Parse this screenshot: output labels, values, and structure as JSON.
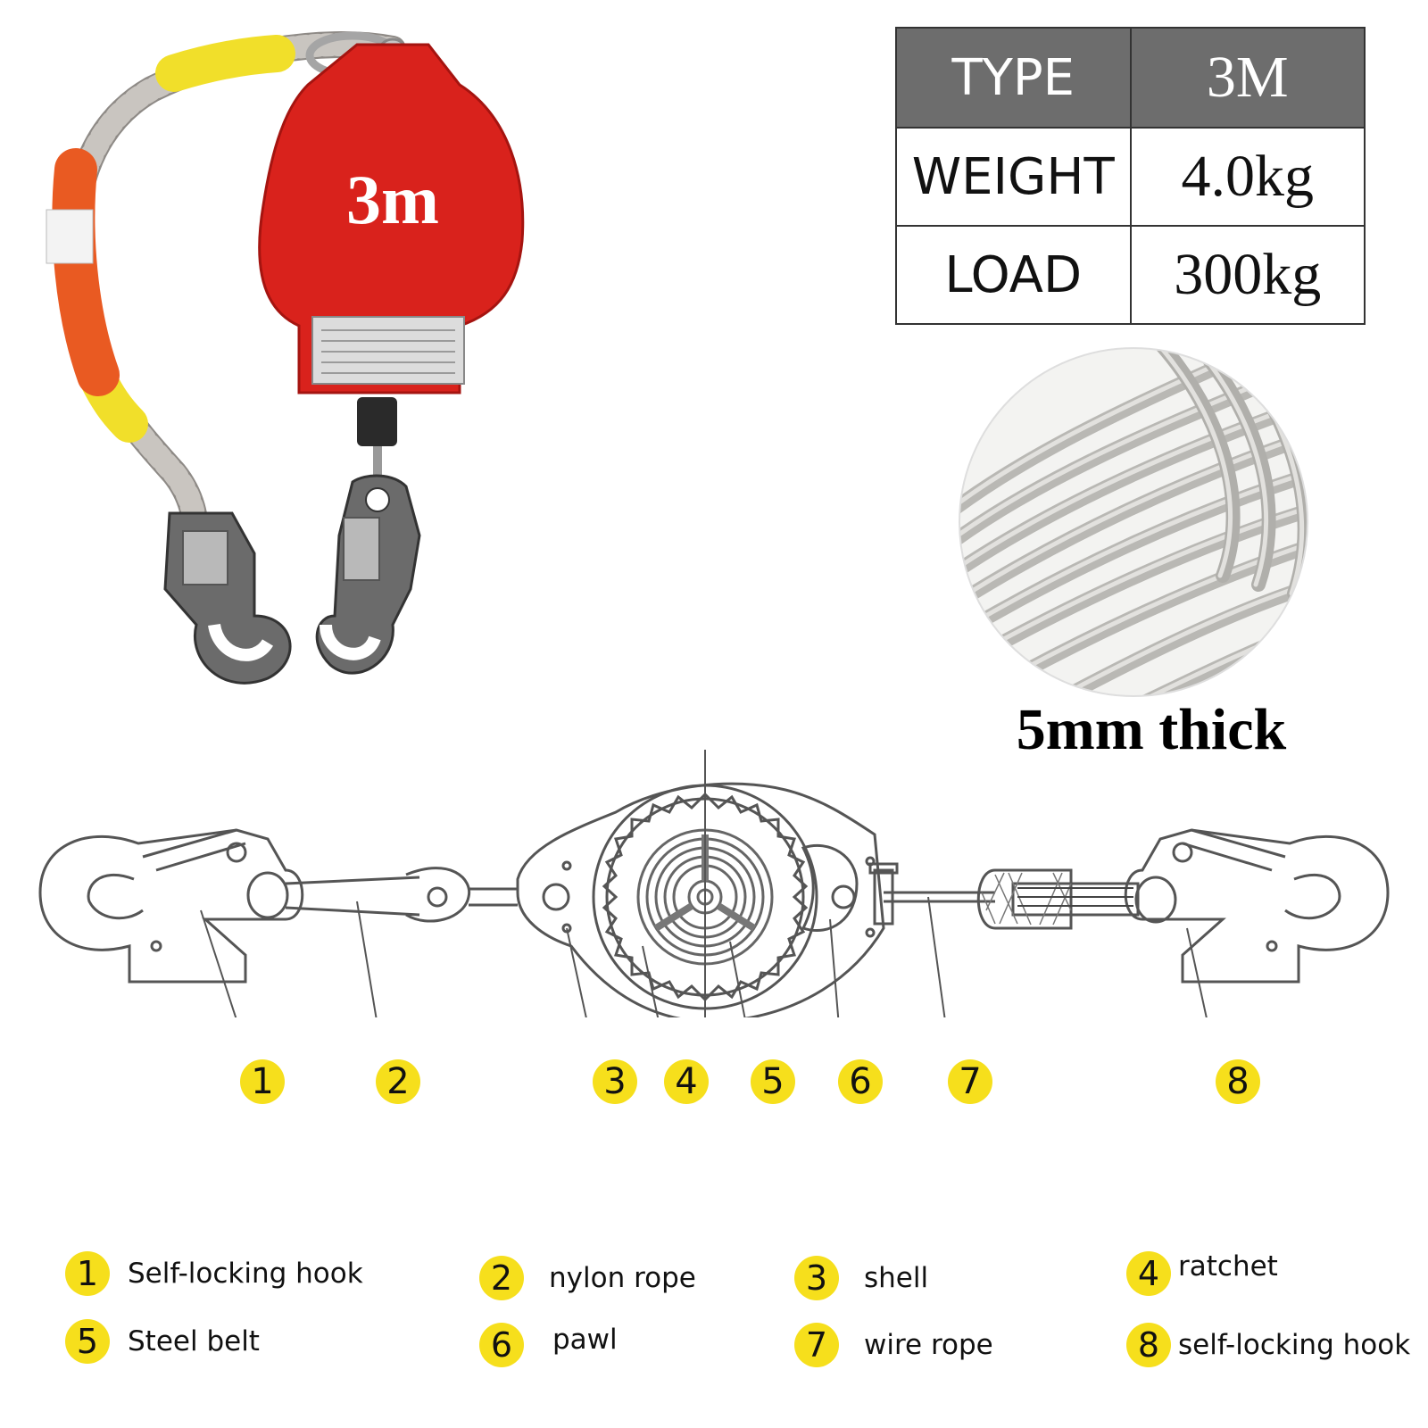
{
  "product": {
    "reel_label": "3m",
    "wire_caption": "5mm thick"
  },
  "spec_table": [
    {
      "key": "TYPE",
      "value": "3M"
    },
    {
      "key": "WEIGHT",
      "value": "4.0kg"
    },
    {
      "key": "LOAD",
      "value": "300kg"
    }
  ],
  "callouts": [
    "1",
    "2",
    "3",
    "4",
    "5",
    "6",
    "7",
    "8"
  ],
  "legend": [
    {
      "num": "1",
      "label": "Self-locking hook"
    },
    {
      "num": "2",
      "label": "nylon rope"
    },
    {
      "num": "3",
      "label": "shell"
    },
    {
      "num": "4",
      "label": "ratchet"
    },
    {
      "num": "5",
      "label": "Steel belt"
    },
    {
      "num": "6",
      "label": "pawl"
    },
    {
      "num": "7",
      "label": "wire rope"
    },
    {
      "num": "8",
      "label": "self-locking hook"
    }
  ],
  "colors": {
    "reel_red": "#d9221c",
    "badge_yellow": "#f6df1c",
    "sleeve_yellow": "#f1df2a",
    "sleeve_orange": "#e95a22",
    "table_header": "#6d6d6d"
  }
}
